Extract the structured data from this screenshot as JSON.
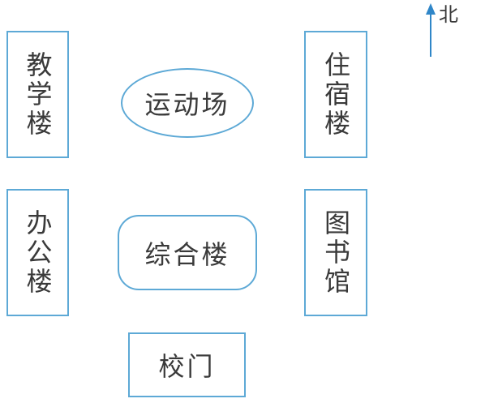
{
  "compass": {
    "north_label": "北",
    "icon": "north-arrow-icon",
    "color": "#2f86c8"
  },
  "buildings": {
    "teaching": "教学楼",
    "office": "办公楼",
    "dormitory": "住宿楼",
    "library": "图书馆",
    "playground": "运动场",
    "complex": "综合楼",
    "gate": "校门"
  },
  "colors": {
    "border": "#5da9d6",
    "text": "#3a3a3a"
  }
}
